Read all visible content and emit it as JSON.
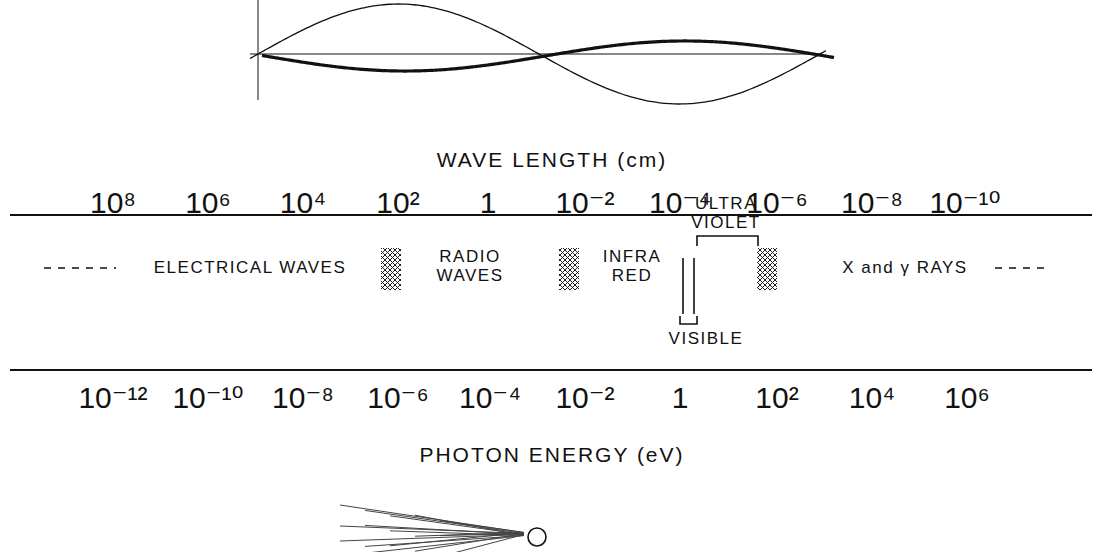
{
  "diagram": {
    "labels": [
      "WAVE LENGTH (cm)",
      "10⁸",
      "10⁶",
      "10⁴",
      "10²",
      "1",
      "10⁻²",
      "10⁻⁴",
      "10⁻⁶",
      "10⁻⁸",
      "10⁻¹⁰",
      "ELECTRICAL WAVES",
      "RADIO WAVES",
      "INFRA RED",
      "ULTRA VIOLET",
      "VISIBLE",
      "X and γ RAYS",
      "10⁻¹²",
      "10⁻¹⁰",
      "10⁻⁸",
      "10⁻⁶",
      "10⁻⁴",
      "10⁻²",
      "1",
      "10²",
      "10⁴",
      "10⁶",
      "PHOTON ENERGY (eV)"
    ]
  }
}
